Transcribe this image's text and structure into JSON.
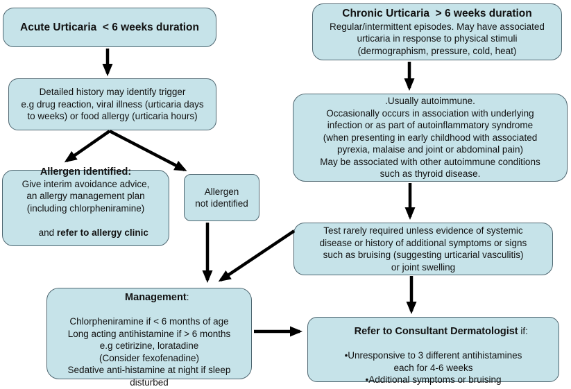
{
  "colors": {
    "box_fill": "#c6e3e9",
    "box_border": "#4e6670",
    "arrow_color": "#000000",
    "text_color": "#111111",
    "page_bg": "#ffffff"
  },
  "flowchart": {
    "nodes": {
      "acute": {
        "title": "Acute Urticaria  < 6 weeks duration"
      },
      "history": {
        "lines": [
          "Detailed history may identify trigger",
          "e.g drug reaction, viral illness (urticaria days",
          "to weeks) or food allergy (urticaria hours)"
        ]
      },
      "chronic": {
        "title": "Chronic Urticaria  > 6 weeks duration",
        "lines": [
          "Regular/intermittent episodes. May have associated",
          "urticaria in response to physical stimuli",
          "(dermographism, pressure, cold, heat)"
        ]
      },
      "autoimmune": {
        "lines": [
          ".Usually autoimmune.",
          "Occasionally occurs in association with underlying",
          "infection or as part of autoinflammatory syndrome",
          "(when presenting in early childhood with associated",
          "pyrexia, malaise and joint or abdominal pain)",
          "May be associated with other autoimmune conditions",
          "such as thyroid disease."
        ]
      },
      "allergen_identified": {
        "title": "Allergen identified:",
        "lines": [
          "Give interim avoidance advice,",
          "an allergy management plan",
          "(including chlorpheniramine)"
        ],
        "last_line_prefix": "and ",
        "last_line_bold": "refer to allergy clinic"
      },
      "allergen_not_identified": {
        "lines": [
          "Allergen",
          "not identified"
        ]
      },
      "test": {
        "lines": [
          "Test rarely required unless evidence of systemic",
          "disease or history of additional symptoms or signs",
          "such as bruising (suggesting urticarial vasculitis)",
          "or joint swelling"
        ]
      },
      "management": {
        "title_bold": "Management",
        "title_suffix": ":",
        "lines": [
          "Chlorpheniramine if < 6 months of age",
          "Long acting antihistamine if > 6 months",
          "e.g cetirizine, loratadine",
          "(Consider fexofenadine)",
          "Sedative anti-histamine at night if sleep",
          "disturbed"
        ]
      },
      "refer": {
        "title_bold": "Refer to Consultant Dermatologist",
        "title_suffix": " if:",
        "lines": [
          "•Unresponsive to 3 different antihistamines",
          "each for 4-6 weeks",
          "•Additional symptoms or bruising"
        ]
      }
    }
  }
}
